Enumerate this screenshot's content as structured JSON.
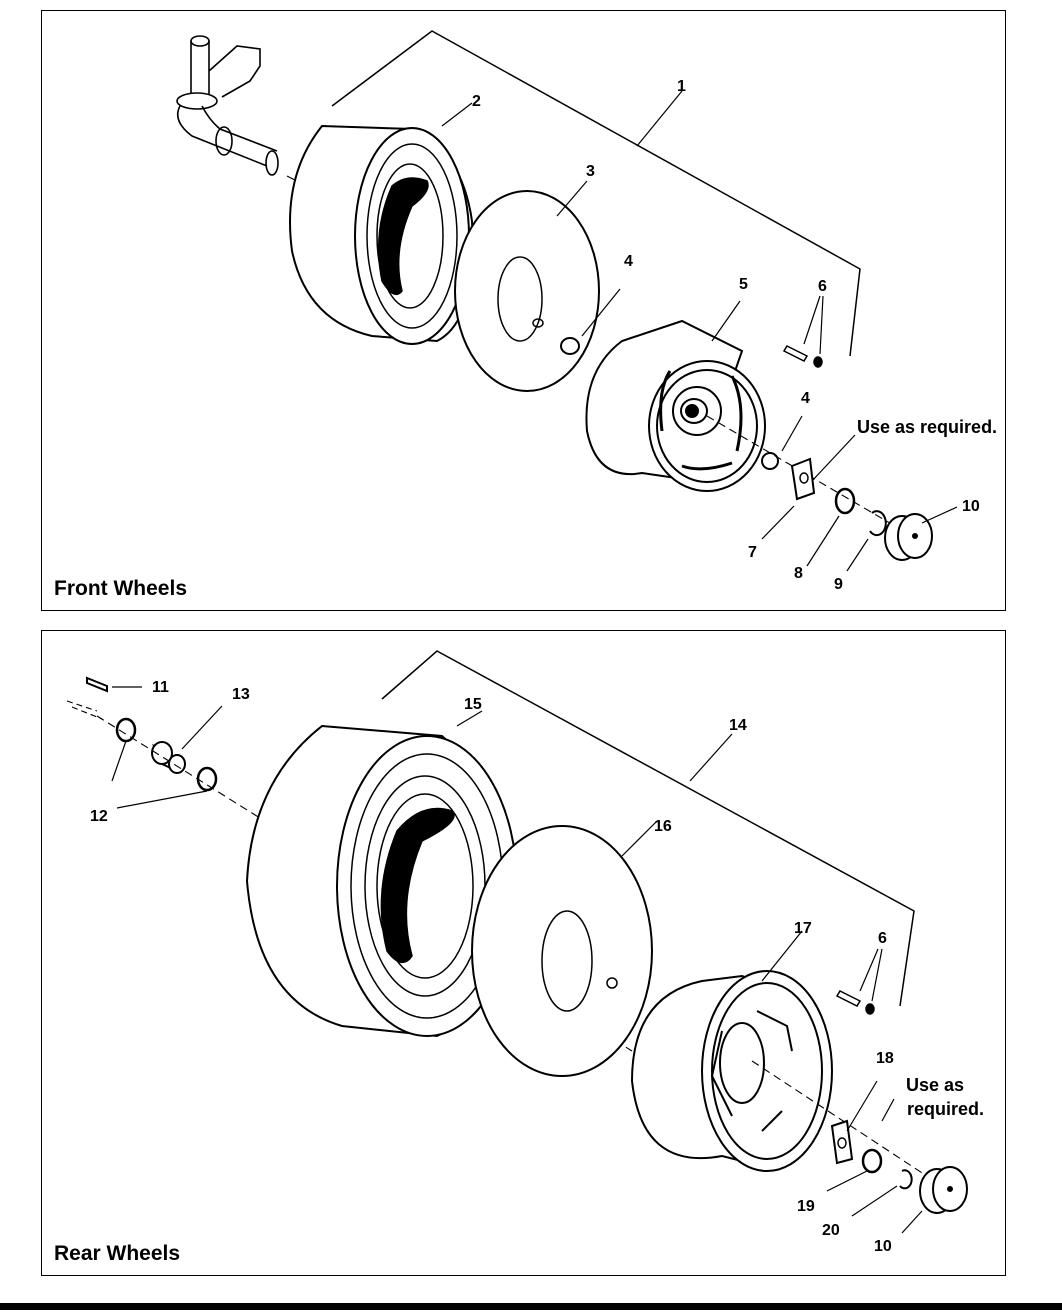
{
  "front": {
    "title": "Front Wheels",
    "note": "Use as required.",
    "callouts": [
      "1",
      "2",
      "3",
      "4",
      "5",
      "6",
      "4",
      "7",
      "8",
      "9",
      "10"
    ]
  },
  "rear": {
    "title": "Rear Wheels",
    "note_line1": "Use as",
    "note_line2": "required.",
    "callouts": [
      "11",
      "13",
      "15",
      "14",
      "12",
      "16",
      "17",
      "6",
      "18",
      "19",
      "20",
      "10"
    ]
  }
}
